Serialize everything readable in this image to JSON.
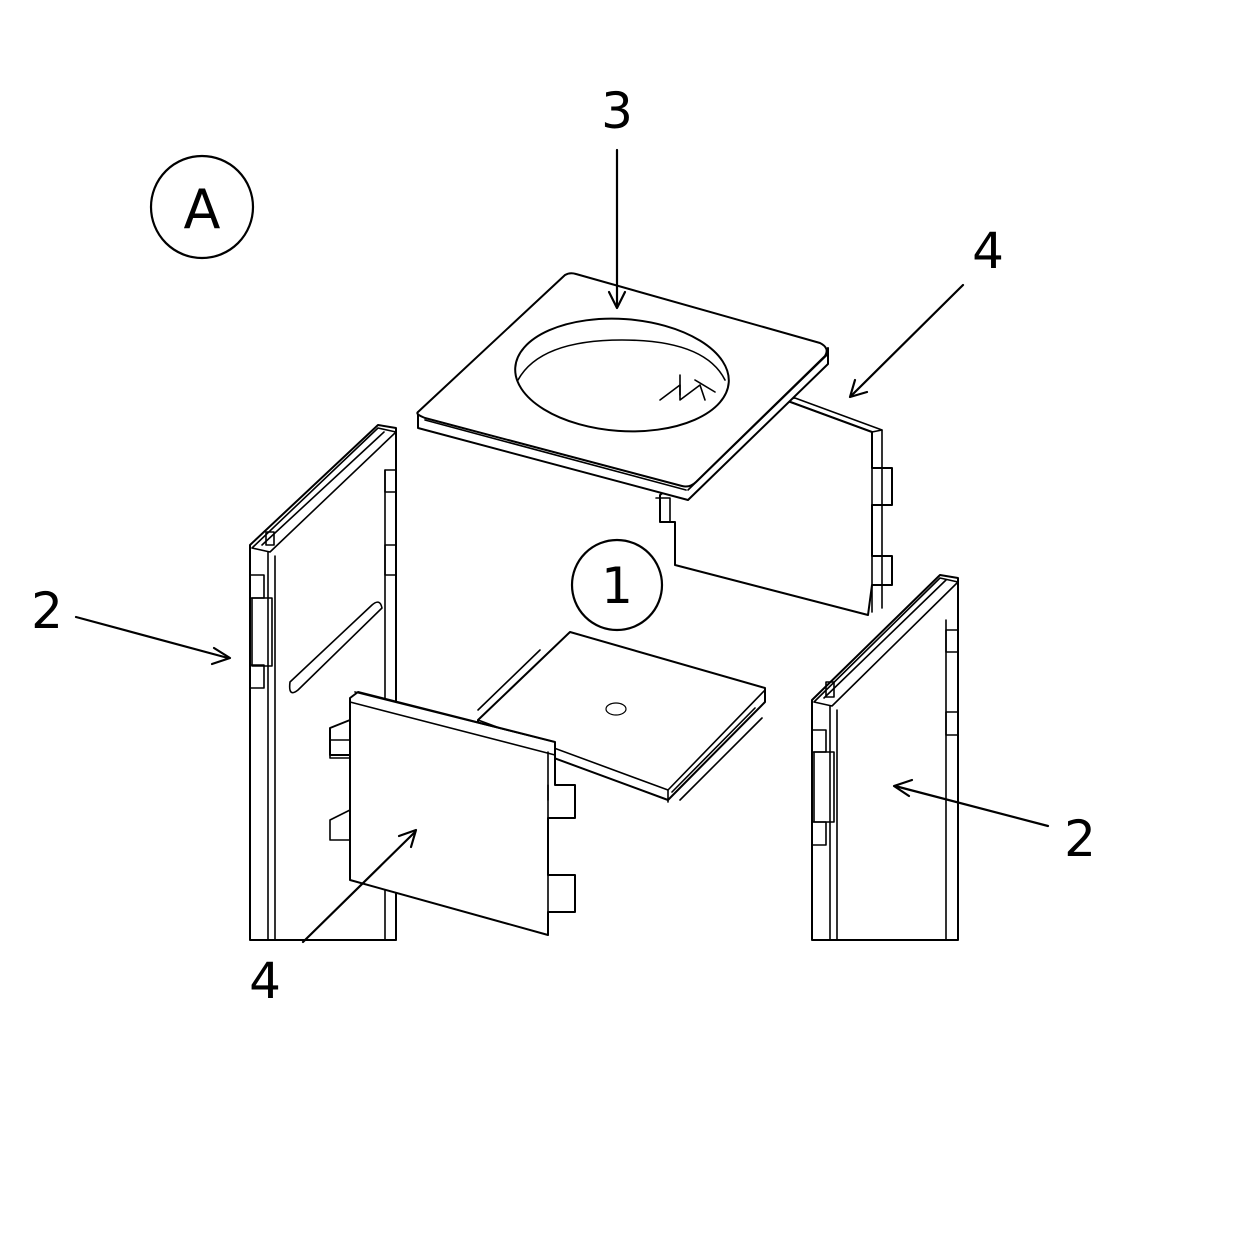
{
  "figure": {
    "view_label": "A",
    "assembly_label": "1",
    "callouts": {
      "top_plate": "3",
      "rear_panel": "4",
      "left_post": "2",
      "right_post": "2",
      "front_panel": "4"
    }
  }
}
